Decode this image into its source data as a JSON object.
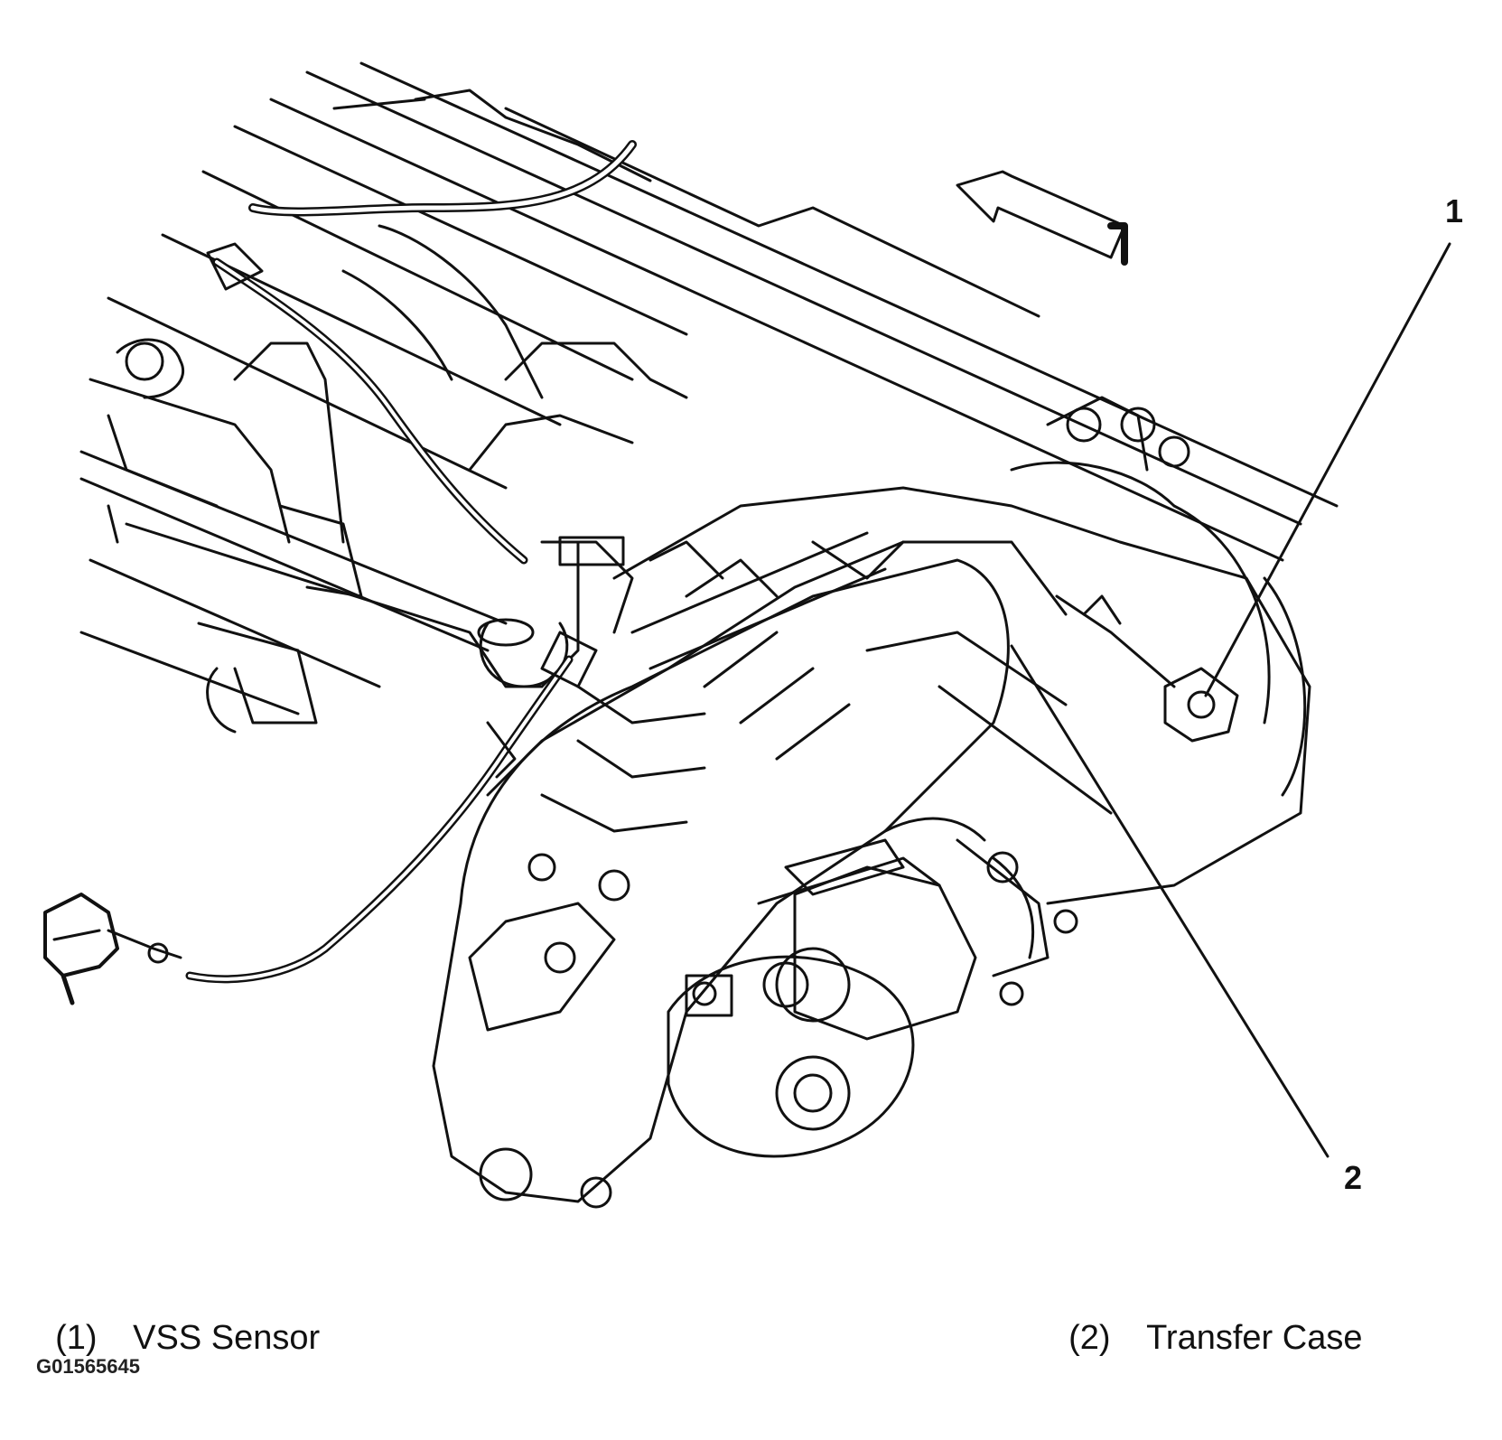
{
  "diagram": {
    "callouts": [
      {
        "number": "1"
      },
      {
        "number": "2"
      }
    ],
    "legend": [
      {
        "number": "(1)",
        "label": "VSS Sensor"
      },
      {
        "number": "(2)",
        "label": "Transfer Case"
      }
    ],
    "figure_id": "G01565645",
    "colors": {
      "ink": "#111111",
      "background": "#ffffff"
    },
    "icons": [
      "front-direction-arrow-icon"
    ]
  }
}
